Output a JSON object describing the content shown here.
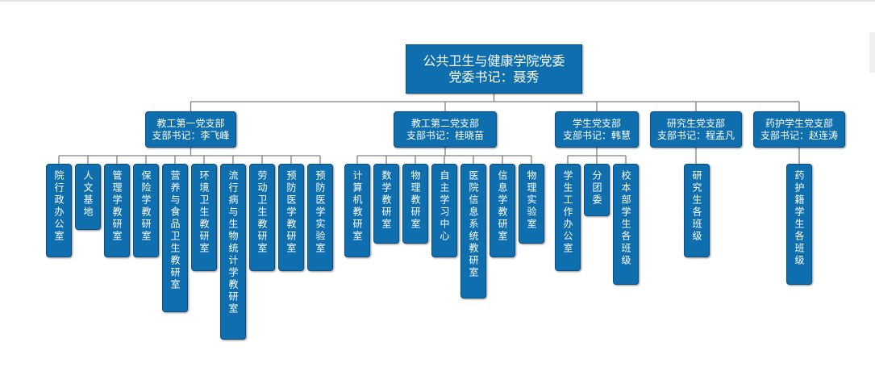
{
  "org_chart": {
    "root": {
      "title": "公共卫生与健康学院党委",
      "secretary": "党委书记：聂秀"
    },
    "branches": [
      {
        "name": "教工第一党支部",
        "secretary": "支部书记：李飞峰",
        "units": [
          "院行政办公室",
          "人文基地",
          "管理学教研室",
          "保险学教研室",
          "营养与食品卫生教研室",
          "环境卫生教研室",
          "流行病与生物统计学教研室",
          "劳动卫生教研室",
          "预防医学教研室",
          "预防医学实验室"
        ]
      },
      {
        "name": "教工第二党支部",
        "secretary": "支部书记：桂晓苗",
        "units": [
          "计算机教研室",
          "数学教研室",
          "物理教研室",
          "自主学习中心",
          "医院信息系统教研室",
          "信息学教研室",
          "物理实验室"
        ]
      },
      {
        "name": "学生党支部",
        "secretary": "支部书记：韩慧",
        "units": [
          "学生工作办公室",
          "分团委",
          "校本部学生各班级"
        ]
      },
      {
        "name": "研究生党支部",
        "secretary": "支部书记：程孟凡",
        "units": [
          "研究生各班级"
        ]
      },
      {
        "name": "药护学生党支部",
        "secretary": "支部书记：赵连涛",
        "units": [
          "药护籍学生各班级"
        ]
      }
    ]
  },
  "colors": {
    "node_fill": "#0f6fae",
    "node_border": "#0a4f80",
    "node_text": "#ffffff",
    "connector": "#7f7f7f"
  }
}
